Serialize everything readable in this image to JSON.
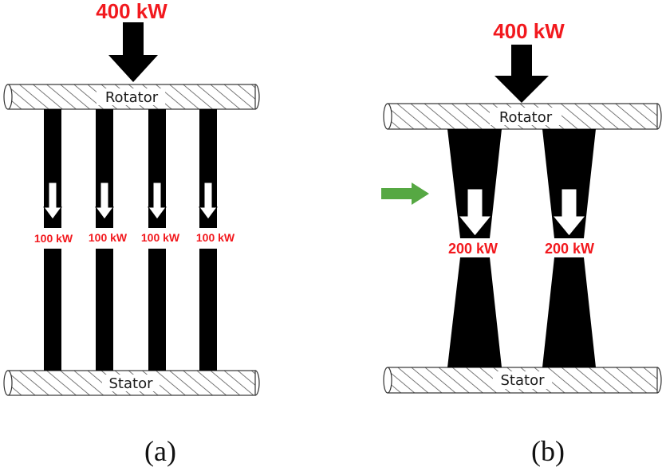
{
  "panel_a": {
    "input_power": "400 kW",
    "top_plate": "Rotator",
    "bottom_plate": "Stator",
    "rod_power": [
      "100 kW",
      "100 kW",
      "100 kW",
      "100 kW"
    ],
    "caption": "(a)"
  },
  "panel_b": {
    "input_power": "400 kW",
    "top_plate": "Rotator",
    "bottom_plate": "Stator",
    "rod_power": [
      "200 kW",
      "200 kW"
    ],
    "caption": "(b)"
  },
  "colors": {
    "power_label": "#f2191e",
    "indicator_arrow": "#56a843",
    "rod": "#000000",
    "hatch": "#555555"
  }
}
